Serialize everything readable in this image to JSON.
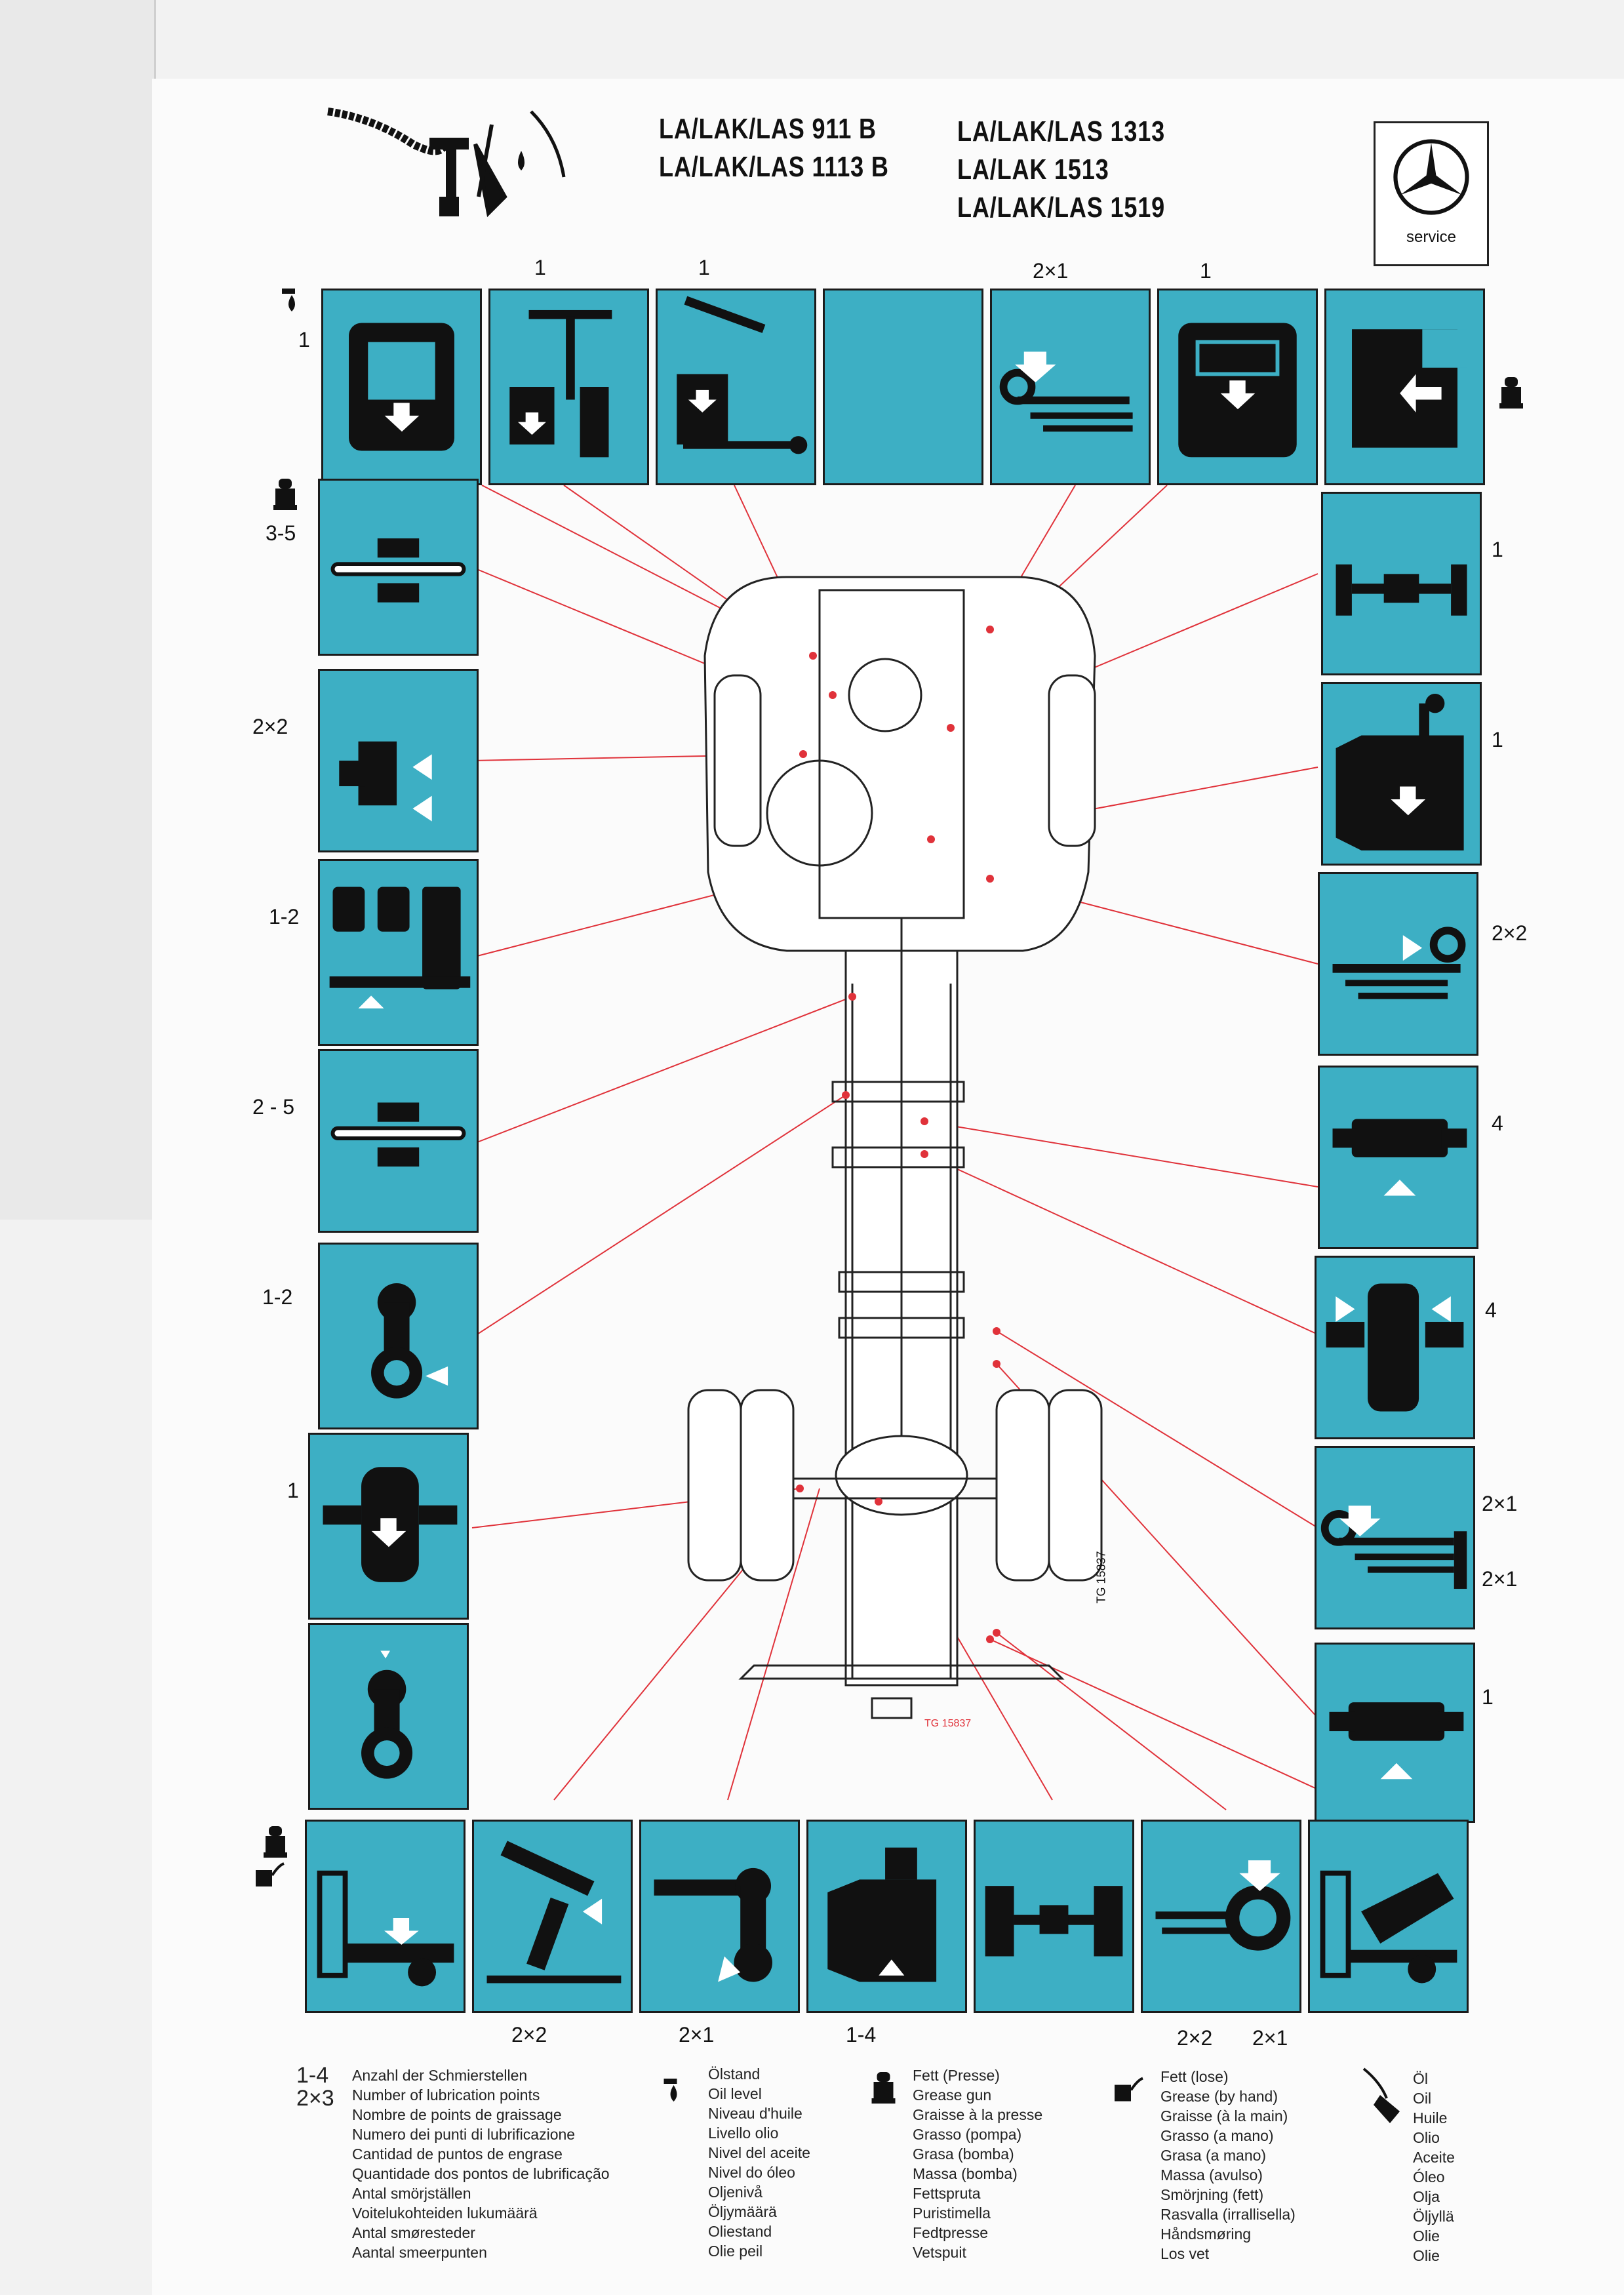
{
  "models": {
    "left": [
      "LA/LAK/LAS  911 B",
      "LA/LAK/LAS 1113 B"
    ],
    "right": [
      "LA/LAK/LAS 1313",
      "LA/LAK        1513",
      "LA/LAK/LAS 1519"
    ]
  },
  "logo": {
    "label": "service"
  },
  "panel_labels": {
    "top_cab": "1",
    "top_steer1": "1",
    "top_steer2": "1",
    "top_spring": "2×1",
    "top_engine": "1",
    "left_axle": "3-5",
    "left_hub": "2×2",
    "left_pedals": "1-2",
    "left_axle2": "2 - 5",
    "left_lever": "1-2",
    "left_diff": "1",
    "right_axle": "1",
    "right_gear": "1",
    "right_spring": "2×2",
    "right_joint": "4",
    "right_joints4": "4",
    "right_spring2a": "2×1",
    "right_spring2b": "2×1",
    "right_joint2": "1",
    "bottom_a": "2×2",
    "bottom_b": "2×1",
    "bottom_c": "1-4",
    "bottom_d1": "2×2",
    "bottom_d2": "2×1"
  },
  "diagram_codes": {
    "tg_vertical": "TG 15837",
    "tg_horizontal": "TG 15837"
  },
  "legend": {
    "count_keys": [
      "1-4",
      "2×3"
    ],
    "count_text": [
      "Anzahl der Schmierstellen",
      "Number of lubrication points",
      "Nombre de points de graissage",
      "Numero dei punti di lubrificazione",
      "Cantidad de puntos de engrase",
      "Quantidade dos pontos de lubrificação",
      "Antal smörjställen",
      "Voitelukohteiden lukumäärä",
      "Antal smøresteder",
      "Aantal smeerpunten"
    ],
    "oil_level": [
      "Ölstand",
      "Oil level",
      "Niveau d'huile",
      "Livello olio",
      "Nivel del aceite",
      "Nivel do óleo",
      "Oljenivå",
      "Öljymäärä",
      "Oliestand",
      "Olie peil"
    ],
    "grease_gun": [
      "Fett (Presse)",
      "Grease gun",
      "Graisse à la presse",
      "Grasso (pompa)",
      "Grasa (bomba)",
      "Massa (bomba)",
      "Fettspruta",
      "Puristimella",
      "Fedtpresse",
      "Vetspuit"
    ],
    "grease_hand": [
      "Fett (lose)",
      "Grease (by hand)",
      "Graisse (à la main)",
      "Grasso (a mano)",
      "Grasa (a mano)",
      "Massa (avulso)",
      "Smörjning (fett)",
      "Rasvalla (irrallisella)",
      "Håndsmøring",
      "Los vet"
    ],
    "oil": [
      "Öl",
      "Oil",
      "Huile",
      "Olio",
      "Aceite",
      "Óleo",
      "Olja",
      "Öljyllä",
      "Olie",
      "Olie"
    ]
  },
  "colors": {
    "panel": "#3dafc4",
    "callout": "#e0323a",
    "ink": "#111111"
  }
}
